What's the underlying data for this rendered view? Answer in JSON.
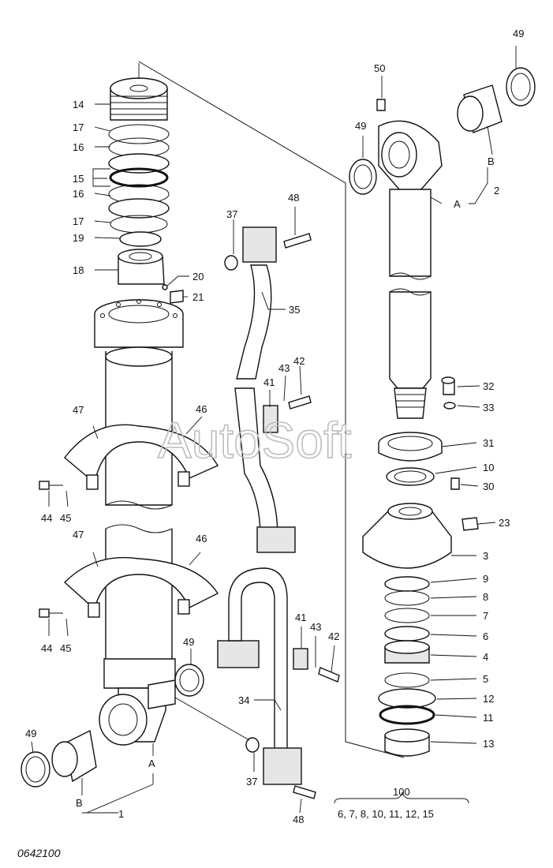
{
  "drawing_code": "0642100",
  "watermark": "AutoSoft",
  "callouts": [
    {
      "id": "c14",
      "text": "14"
    },
    {
      "id": "c17a",
      "text": "17"
    },
    {
      "id": "c16a",
      "text": "16"
    },
    {
      "id": "c15",
      "text": "15"
    },
    {
      "id": "c16b",
      "text": "16"
    },
    {
      "id": "c17b",
      "text": "17"
    },
    {
      "id": "c19",
      "text": "19"
    },
    {
      "id": "c18",
      "text": "18"
    },
    {
      "id": "c20",
      "text": "20"
    },
    {
      "id": "c21",
      "text": "21"
    },
    {
      "id": "c47a",
      "text": "47"
    },
    {
      "id": "c46a",
      "text": "46"
    },
    {
      "id": "c44a",
      "text": "44"
    },
    {
      "id": "c45a",
      "text": "45"
    },
    {
      "id": "c47b",
      "text": "47"
    },
    {
      "id": "c46b",
      "text": "46"
    },
    {
      "id": "c44b",
      "text": "44"
    },
    {
      "id": "c45b",
      "text": "45"
    },
    {
      "id": "c49a",
      "text": "49"
    },
    {
      "id": "c49b",
      "text": "49"
    },
    {
      "id": "cAa",
      "text": "A"
    },
    {
      "id": "cBa",
      "text": "B"
    },
    {
      "id": "c1",
      "text": "1"
    },
    {
      "id": "c37a",
      "text": "37"
    },
    {
      "id": "c48a",
      "text": "48"
    },
    {
      "id": "c35",
      "text": "35"
    },
    {
      "id": "c41a",
      "text": "41"
    },
    {
      "id": "c43a",
      "text": "43"
    },
    {
      "id": "c42a",
      "text": "42"
    },
    {
      "id": "c41b",
      "text": "41"
    },
    {
      "id": "c43b",
      "text": "43"
    },
    {
      "id": "c42b",
      "text": "42"
    },
    {
      "id": "c34",
      "text": "34"
    },
    {
      "id": "c37b",
      "text": "37"
    },
    {
      "id": "c48b",
      "text": "48"
    },
    {
      "id": "c49c",
      "text": "49"
    },
    {
      "id": "c50",
      "text": "50"
    },
    {
      "id": "c49d",
      "text": "49"
    },
    {
      "id": "cBb",
      "text": "B"
    },
    {
      "id": "cAb",
      "text": "A"
    },
    {
      "id": "c2",
      "text": "2"
    },
    {
      "id": "c32",
      "text": "32"
    },
    {
      "id": "c33",
      "text": "33"
    },
    {
      "id": "c31",
      "text": "31"
    },
    {
      "id": "c10",
      "text": "10"
    },
    {
      "id": "c30",
      "text": "30"
    },
    {
      "id": "c23",
      "text": "23"
    },
    {
      "id": "c3",
      "text": "3"
    },
    {
      "id": "c9",
      "text": "9"
    },
    {
      "id": "c8",
      "text": "8"
    },
    {
      "id": "c7",
      "text": "7"
    },
    {
      "id": "c6",
      "text": "6"
    },
    {
      "id": "c4",
      "text": "4"
    },
    {
      "id": "c5",
      "text": "5"
    },
    {
      "id": "c12",
      "text": "12"
    },
    {
      "id": "c11",
      "text": "11"
    },
    {
      "id": "c13",
      "text": "13"
    }
  ],
  "kit": {
    "number": "100",
    "contents": "6, 7, 8, 10, 11, 12, 15"
  }
}
